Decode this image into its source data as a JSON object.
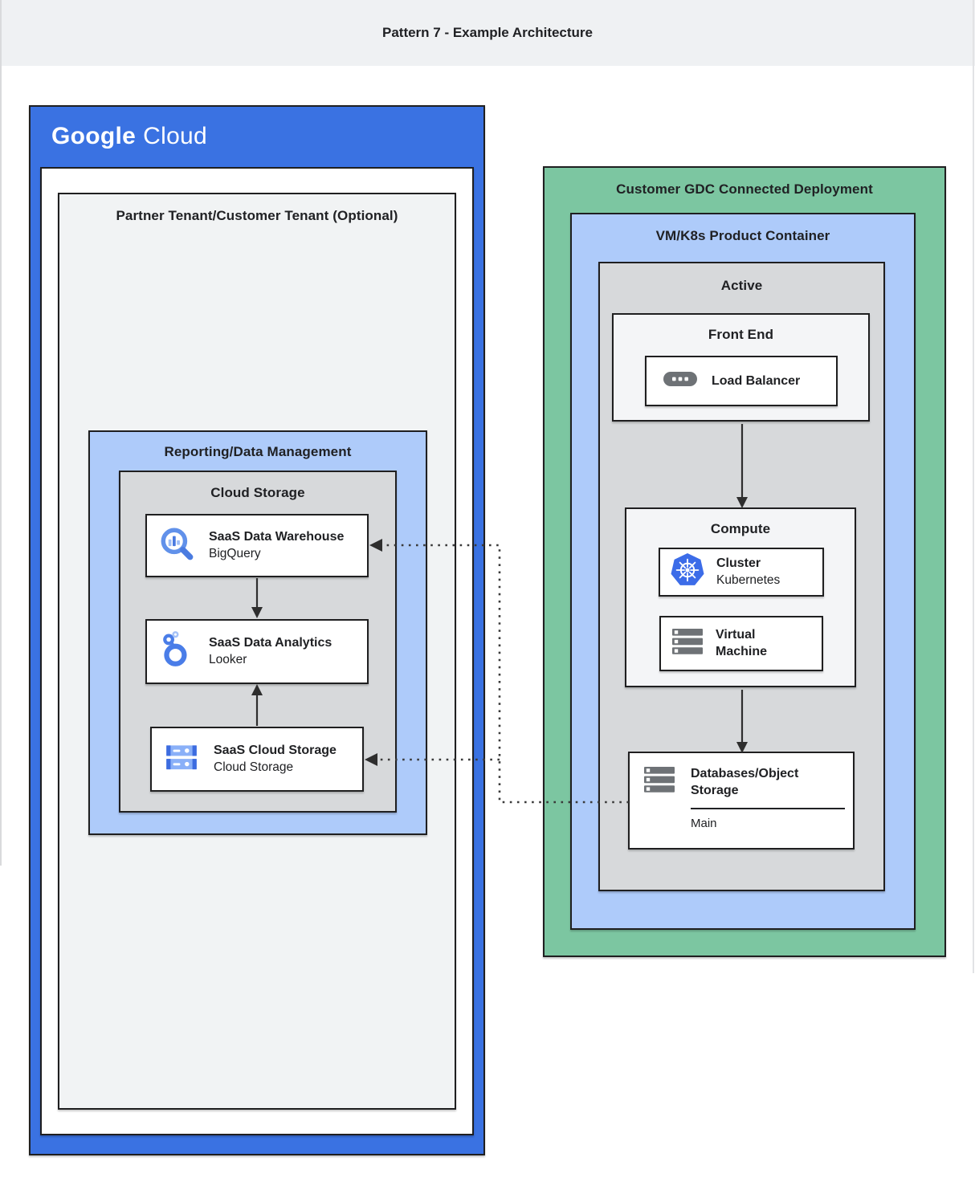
{
  "page": {
    "title": "Pattern 7 - Example Architecture"
  },
  "google_cloud": {
    "logo_word1": "Google",
    "logo_word2": "Cloud",
    "partner_tenant_title": "Partner Tenant/Customer Tenant (Optional)",
    "reporting_title": "Reporting/Data Management",
    "cloud_storage_group_title": "Cloud Storage",
    "warehouse": {
      "title": "SaaS Data Warehouse",
      "subtitle": "BigQuery",
      "icon": "bigquery-icon"
    },
    "analytics": {
      "title": "SaaS Data Analytics",
      "subtitle": "Looker",
      "icon": "looker-icon"
    },
    "storage": {
      "title": "SaaS Cloud Storage",
      "subtitle": "Cloud Storage",
      "icon": "cloud-storage-icon"
    }
  },
  "gdc": {
    "title": "Customer GDC Connected Deployment",
    "vmk8s_title": "VM/K8s Product Container",
    "active_title": "Active",
    "front_end_title": "Front End",
    "load_balancer": {
      "title": "Load Balancer",
      "icon": "load-balancer-icon"
    },
    "compute_title": "Compute",
    "cluster": {
      "title": "Cluster",
      "subtitle": "Kubernetes",
      "icon": "kubernetes-icon"
    },
    "virtual_machine": {
      "title": "Virtual Machine",
      "icon": "virtual-machine-icon"
    },
    "databases": {
      "title": "Databases/Object Storage",
      "section_label": "Main",
      "icon": "server-icon"
    }
  },
  "colors": {
    "google_cloud_blue": "#3A72E2",
    "light_blue": "#AECBFA",
    "gdc_green": "#7CC6A1",
    "gray_box": "#D7D9DB",
    "light_gray_box": "#F1F3F4",
    "header_gray": "#EFF1F3",
    "border_dark": "#1F1F20",
    "text_dark": "#202124",
    "icon_blue": "#4A7DE8",
    "icon_light_blue": "#9FBEF7",
    "icon_gray": "#6E7276",
    "kubernetes_blue": "#3C6CE8"
  }
}
